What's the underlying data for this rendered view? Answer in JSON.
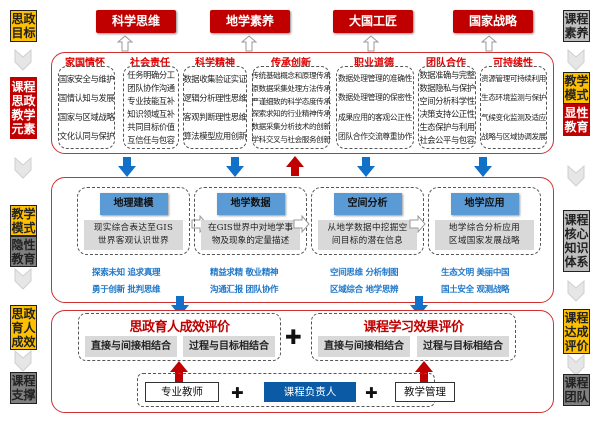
{
  "left_labels": [
    {
      "text": "思政\n目标",
      "style": "yellow"
    },
    {
      "text": "课程\n思政\n教学\n元素",
      "style": "red"
    },
    {
      "text": "教学\n模式",
      "style": "yellow"
    },
    {
      "text": "隐性\n教育",
      "style": "dark-gray"
    },
    {
      "text": "思政\n育人\n成效",
      "style": "yellow"
    },
    {
      "text": "课程\n支撑",
      "style": "dark-gray"
    }
  ],
  "right_labels": [
    {
      "text": "课程\n素养",
      "style": "gray"
    },
    {
      "text": "教学\n模式",
      "style": "yellow"
    },
    {
      "text": "显性\n教育",
      "style": "red"
    },
    {
      "text": "课程\n核心\n知识\n体系",
      "style": "gray"
    },
    {
      "text": "课程\n达成\n评价",
      "style": "yellow"
    },
    {
      "text": "课程\n团队",
      "style": "dark-gray"
    }
  ],
  "goals": [
    "科学思维",
    "地学素养",
    "大国工匠",
    "国家战略"
  ],
  "elements": [
    {
      "title": "家国情怀",
      "items": [
        "国家安全与维护",
        "国情认知与发展",
        "国家与区域战略",
        "文化认同与保护"
      ]
    },
    {
      "title": "社会责任",
      "items": [
        "任务明确分工",
        "团队协作沟通",
        "专业技能互补",
        "知识领域互补",
        "共同目标价值",
        "互信任与包容"
      ]
    },
    {
      "title": "科学精神",
      "items": [
        "数据收集验证实证",
        "逻辑分析理性思维",
        "客观判断理性思维",
        "算法模型应用创新"
      ]
    },
    {
      "title": "传承创新",
      "items": [
        "传统基础概念和原理传承",
        "原数据采集处理方法传承",
        "严谨细致的科学态度传承",
        "探索求知的行业精神传承",
        "数据采集分析技术的创新",
        "学科交叉与社会服务创新"
      ]
    },
    {
      "title": "职业道德",
      "items": [
        "数据处理管理的准确性",
        "数据处理管理的保密性",
        "成果应用的客观公正性",
        "团队合作交流尊重协作"
      ]
    },
    {
      "title": "团队合作",
      "items": [
        "数据准确与完整",
        "数据隐私与保护",
        "空间分析科学性",
        "决策支持公正性",
        "生态保护与利用",
        "社会公平与包容"
      ]
    },
    {
      "title": "可持续性",
      "items": [
        "资源管理可持续利用",
        "生态环境监测与保护",
        "气候变化监测及适应",
        "战略与区域协调发展"
      ]
    }
  ],
  "modules": [
    {
      "title": "地理建模",
      "desc": "现实综合表达至GIS\n世界客观认识世界",
      "values": [
        "探索未知 追求真理",
        "勇于创新 批判思维"
      ]
    },
    {
      "title": "地学数据",
      "desc": "在GIS世界中对地学事\n物及现象的定量描述",
      "values": [
        "精益求精 敬业精神",
        "沟通汇报  团队协作"
      ]
    },
    {
      "title": "空间分析",
      "desc": "从地学数据中挖掘空\n间目标的潜在信息",
      "values": [
        "空间思维 分析制图",
        "区域综合 地学思辨"
      ]
    },
    {
      "title": "地学应用",
      "desc": "地学综合分析应用\n区域国家发展战略",
      "values": [
        "生态文明 美丽中国",
        "国土安全 观测战略"
      ]
    }
  ],
  "evaluations": [
    {
      "title": "思政育人成效评价",
      "chips": [
        "直接与间接相结合",
        "过程与目标相结合"
      ]
    },
    {
      "title": "课程学习效果评价",
      "chips": [
        "直接与间接相结合",
        "过程与目标相结合"
      ]
    }
  ],
  "team": {
    "teacher": "专业教师",
    "lead": "课程负责人",
    "management": "教学管理"
  },
  "colors": {
    "red": "#c00000",
    "yellow": "#ffc000",
    "blue": "#5b9bd5",
    "arrow_blue": "#1170c8",
    "lead_blue": "#0b5aa6",
    "value_blue": "#1f78c8"
  }
}
